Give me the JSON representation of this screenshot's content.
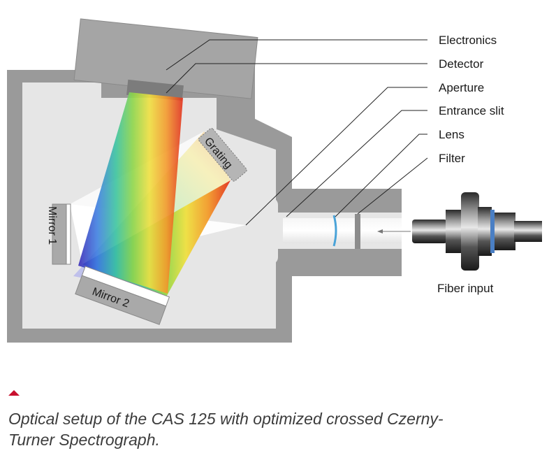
{
  "labels": {
    "electronics": "Electronics",
    "detector": "Detector",
    "aperture": "Aperture",
    "entrance_slit": "Entrance slit",
    "lens": "Lens",
    "filter": "Filter",
    "fiber_input": "Fiber input"
  },
  "parts": {
    "mirror1": "Mirror 1",
    "mirror2": "Mirror 2",
    "grating": "Grating"
  },
  "caption": {
    "line1": "Optical setup of the CAS 125 with optimized crossed Czerny-",
    "line2": "Turner Spectrograph."
  },
  "colors": {
    "housing": "#9a9a9a",
    "interior": "#e6e6e6",
    "caption_marker": "#c8102e"
  }
}
